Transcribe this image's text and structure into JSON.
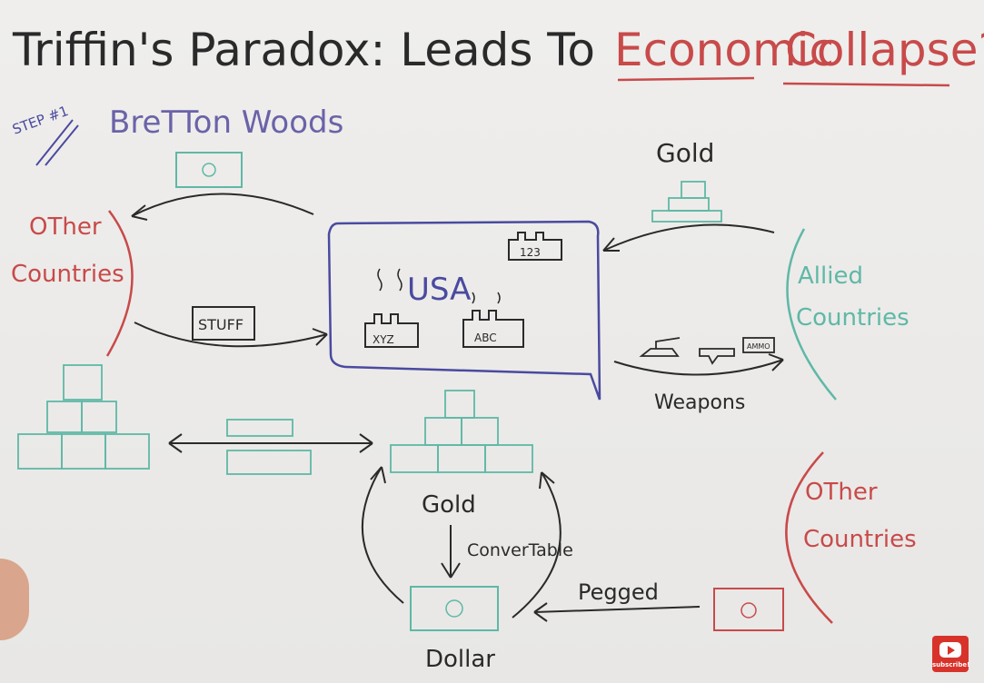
{
  "title": {
    "part1": "Triffin's Paradox: Leads To",
    "part2": "Economic",
    "part3": "Collapse?"
  },
  "step_label": "STEP #1",
  "subtitle": "BreTTon Woods",
  "nodes": {
    "other_countries_left": "OTher Countries",
    "allied_countries": "Allied Countries",
    "other_countries_right": "OTher Countries",
    "usa": "USA",
    "usa_factories": [
      "XYZ",
      "ABC",
      "123"
    ],
    "gold_top": "Gold",
    "gold_bottom": "Gold",
    "dollar": "Dollar"
  },
  "edges": {
    "stuff": "STUFF",
    "weapons": "Weapons",
    "convertable": "ConverTable",
    "pegged": "Pegged"
  },
  "weapons_icons": [
    "tank-icon",
    "rifle-icon",
    "ammo-icon"
  ],
  "ammo_label": "AMMO",
  "youtube_badge": "subscribe!",
  "colors": {
    "ink_black": "#2a2a2a",
    "ink_red": "#c84a4a",
    "ink_purple": "#6a63a8",
    "ink_teal": "#5fb8a6",
    "ink_blue": "#4a4aa0"
  }
}
